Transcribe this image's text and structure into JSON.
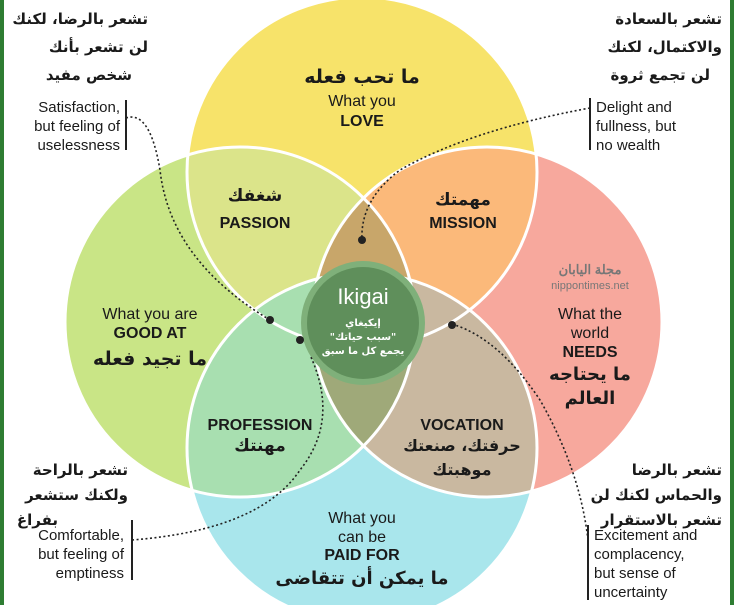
{
  "colors": {
    "love": "#f7e36a",
    "good_at": "#c9e586",
    "needs": "#f7a89d",
    "paid_for": "#a9e6ec",
    "passion": "#dbe48a",
    "mission": "#fbb97a",
    "profession": "#a8dfb0",
    "vocation": "#c9b8a0",
    "center_ring": "#7fb07a",
    "center_fill": "#5f8f5b",
    "frame": "#2e7d32"
  },
  "circles": {
    "love": {
      "ar": "ما تحب فعله",
      "en1": "What you",
      "en2": "LOVE"
    },
    "good_at": {
      "en1": "What you are",
      "en2": "GOOD AT",
      "ar": "ما تجيد فعله"
    },
    "needs": {
      "en1": "What the",
      "en2": "world",
      "en3": "NEEDS",
      "ar1": "ما يحتاجه",
      "ar2": "العالم"
    },
    "paid_for": {
      "en1": "What you",
      "en2": "can be",
      "en3": "PAID FOR",
      "ar": "ما يمكن أن تتقاضى"
    }
  },
  "overlaps": {
    "passion": {
      "ar": "شغفك",
      "en": "PASSION"
    },
    "mission": {
      "ar": "مهمتك",
      "en": "MISSION"
    },
    "profession": {
      "en": "PROFESSION",
      "ar": "مهنتك"
    },
    "vocation": {
      "en": "VOCATION",
      "ar1": "حرفتك، صنعتك",
      "ar2": "موهبتك"
    }
  },
  "center": {
    "title": "Ikigai",
    "ar1": "إيكيغاي",
    "ar2": "\"سبب حياتك\"",
    "ar3": "يجمع كل ما سبق"
  },
  "watermark": {
    "ar": "مجلة اليابان",
    "en": "nippontimes.net"
  },
  "notes": {
    "top_left": {
      "ar1": "تشعر بالرضا، لكنك",
      "ar2": "لن تشعر بأنك",
      "ar3": "شخص مفيد",
      "en1": "Satisfaction,",
      "en2": "but feeling of",
      "en3": "uselessness"
    },
    "top_right": {
      "ar1": "تشعر بالسعادة",
      "ar2": "والاكتمال، لكنك",
      "ar3": "لن تجمع ثروة",
      "en1": "Delight and",
      "en2": "fullness, but",
      "en3": "no wealth"
    },
    "bottom_left": {
      "ar1": "تشعر بالراحة",
      "ar2": "ولكنك ستشعر",
      "ar3": "بفراغ",
      "en1": "Comfortable,",
      "en2": "but feeling of",
      "en3": "emptiness"
    },
    "bottom_right": {
      "ar1": "تشعر بالرضا",
      "ar2": "والحماس لكنك لن",
      "ar3": "تشعر بالاستقرار",
      "en1": "Excitement and",
      "en2": "complacency,",
      "en3": "but sense of",
      "en4": "uncertainty"
    }
  }
}
